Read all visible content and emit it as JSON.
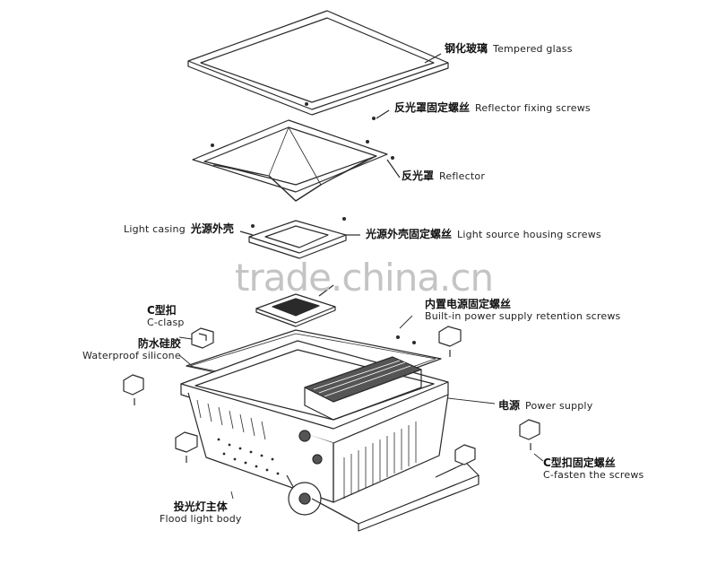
{
  "labels": {
    "tempered_glass": {
      "cn": "钢化玻璃",
      "en": "Tempered glass"
    },
    "reflector_screws": {
      "cn": "反光罩固定螺丝",
      "en": "Reflector fixing screws"
    },
    "reflector": {
      "cn": "反光罩",
      "en": "Reflector"
    },
    "light_casing": {
      "cn": "光源外壳",
      "en": "Light casing"
    },
    "housing_screws": {
      "cn": "光源外壳固定螺丝",
      "en": "Light source housing screws"
    },
    "c_clasp": {
      "cn": "C型扣",
      "en": "C-clasp"
    },
    "waterproof": {
      "cn": "防水硅胶",
      "en": "Waterproof silicone"
    },
    "psu_screws": {
      "cn": "内置电源固定螺丝",
      "en": "Built-in power supply retention screws"
    },
    "power_supply": {
      "cn": "电源",
      "en": "Power supply"
    },
    "c_fasten": {
      "cn": "C型扣固定螺丝",
      "en": "C-fasten the screws"
    },
    "body": {
      "cn": "投光灯主体",
      "en": "Flood light body"
    }
  },
  "watermark": "trade.china.cn",
  "colors": {
    "line": "#2a2a2a",
    "fill": "#ffffff",
    "shade": "#e8e8e8",
    "dark": "#555555"
  }
}
